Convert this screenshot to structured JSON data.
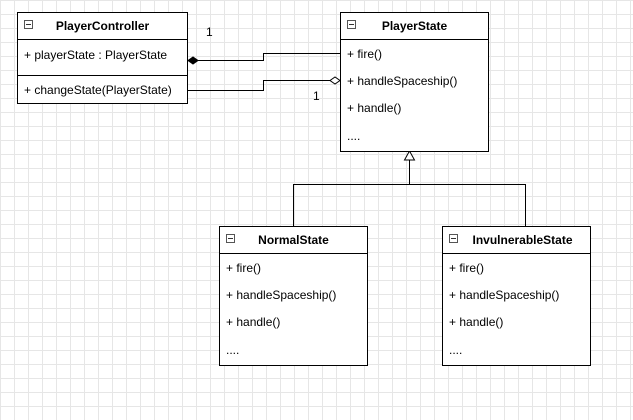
{
  "diagram": {
    "classes": {
      "player_controller": {
        "name": "PlayerController",
        "attributes": [
          "+ playerState : PlayerState"
        ],
        "operations": [
          "+ changeState(PlayerState)"
        ]
      },
      "player_state": {
        "name": "PlayerState",
        "operations": [
          "+ fire()",
          "+ handleSpaceship()",
          "+ handle()",
          "...."
        ]
      },
      "normal_state": {
        "name": "NormalState",
        "operations": [
          "+ fire()",
          "+ handleSpaceship()",
          "+ handle()",
          "...."
        ]
      },
      "invulnerable_state": {
        "name": "InvulnerableState",
        "operations": [
          "+ fire()",
          "+ handleSpaceship()",
          "+ handle()",
          "...."
        ]
      }
    },
    "relations": [
      {
        "from": "player_controller",
        "to": "player_state",
        "kind": "composition",
        "multiplicity": "1"
      },
      {
        "from": "player_controller",
        "to": "player_state",
        "kind": "aggregation",
        "multiplicity": "1"
      },
      {
        "from": "normal_state",
        "to": "player_state",
        "kind": "generalization"
      },
      {
        "from": "invulnerable_state",
        "to": "player_state",
        "kind": "generalization"
      }
    ]
  }
}
